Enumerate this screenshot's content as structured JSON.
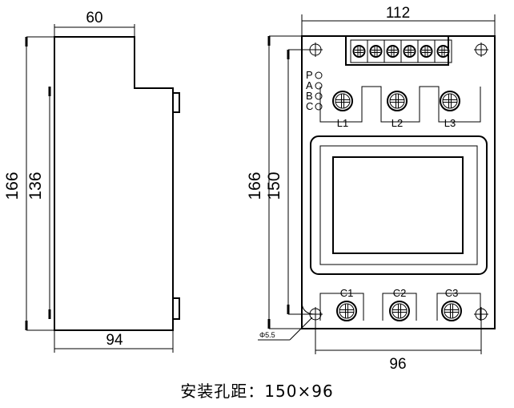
{
  "side_view": {
    "top_width": "60",
    "bottom_width": "94",
    "overall_height": "166",
    "inner_height": "136"
  },
  "front_view": {
    "top_width": "112",
    "bottom_width": "96",
    "overall_height": "166",
    "inner_height": "150",
    "hole_diameter": "Φ5.5",
    "terminal_labels": [
      "P",
      "A",
      "B",
      "C"
    ],
    "top_inductors": [
      "L1",
      "L2",
      "L3"
    ],
    "bottom_capacitors": [
      "C1",
      "C2",
      "C3"
    ]
  },
  "caption": "安装孔距：150×96"
}
